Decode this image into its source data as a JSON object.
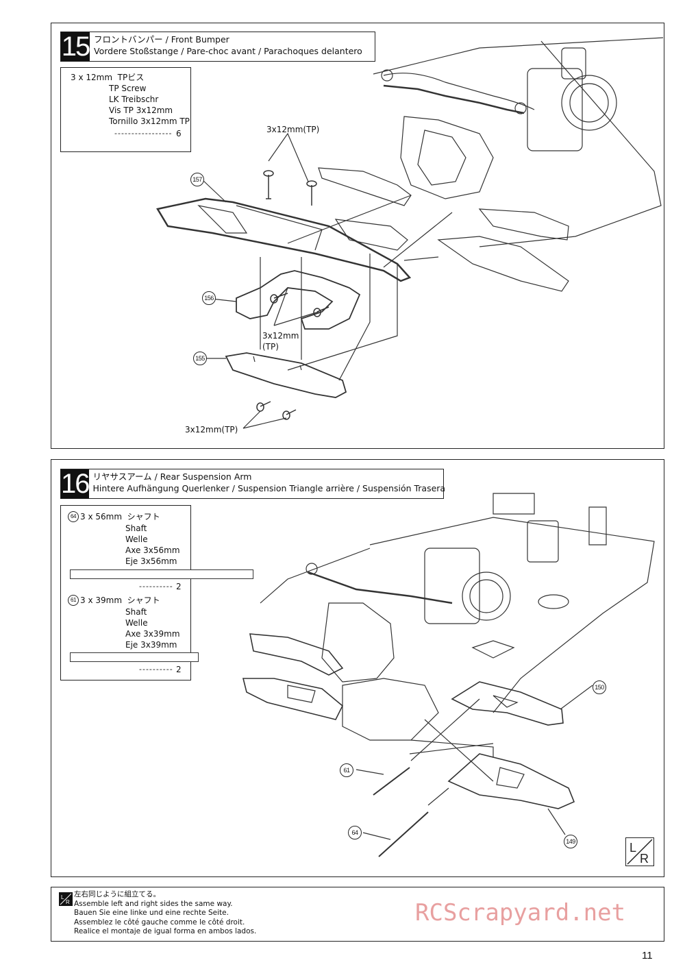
{
  "step15": {
    "number": "15",
    "title_line1": "フロントバンパー / Front Bumper",
    "title_line2": "Vordere Stoßstange / Pare-choc avant / Parachoques delantero",
    "part": {
      "size": "3 x 12mm",
      "jp_name": "TPビス",
      "names": [
        "TP Screw",
        "LK Treibschr",
        "Vis TP 3x12mm",
        "Tornillo 3x12mm TP"
      ],
      "qty": "6"
    },
    "labels": {
      "screw_top": "3x12mm(TP)",
      "screw_mid_1": "3x12mm",
      "screw_mid_2": "(TP)",
      "screw_bottom": "3x12mm(TP)"
    },
    "callouts": [
      "157",
      "156",
      "155"
    ]
  },
  "step16": {
    "number": "16",
    "title_line1": "リヤサスアーム / Rear Suspension Arm",
    "title_line2": "Hintere Aufhängung Querlenker / Suspension Triangle arrière / Suspensión Trasera",
    "parts": [
      {
        "id": "64",
        "size": "3 x 56mm",
        "jp_name": "シャフト",
        "names": [
          "Shaft",
          "Welle",
          "Axe 3x56mm",
          "Eje 3x56mm"
        ],
        "qty": "2"
      },
      {
        "id": "61",
        "size": "3 x 39mm",
        "jp_name": "シャフト",
        "names": [
          "Shaft",
          "Welle",
          "Axe 3x39mm",
          "Eje 3x39mm"
        ],
        "qty": "2"
      }
    ],
    "callouts": [
      "150",
      "61",
      "64",
      "149"
    ]
  },
  "note": {
    "lines": [
      "左右同じように組立てる。",
      "Assemble left and right sides the same way.",
      "Bauen Sie eine linke und eine rechte Seite.",
      "Assemblez le côté gauche comme le côté droit.",
      "Realice el montaje de igual forma en ambos lados."
    ]
  },
  "watermark": "RCScrapyard.net",
  "page_number": "11"
}
